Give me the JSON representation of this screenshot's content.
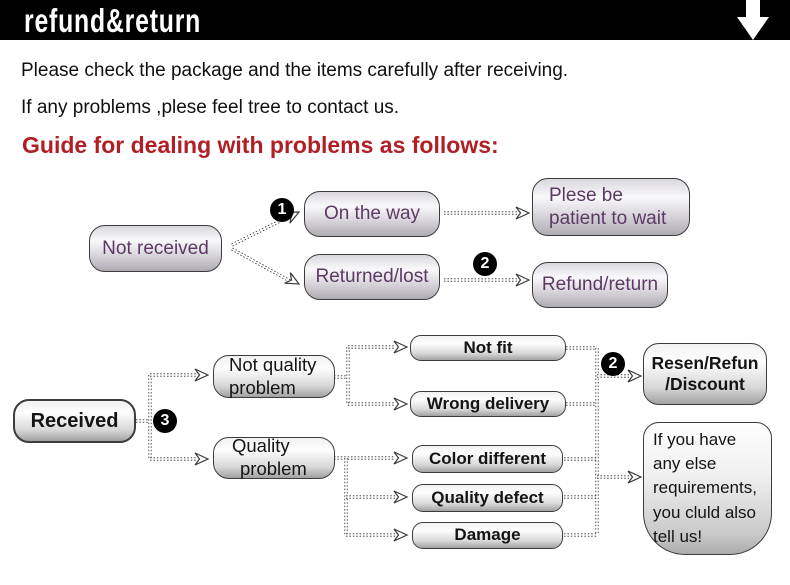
{
  "header": {
    "title": "refund&return",
    "bg_color": "#000000",
    "fg_color": "#ffffff",
    "arrow_icon": "down-arrow"
  },
  "intro": {
    "line1": "Please check the package and the items carefully after receiving.",
    "line2": "If any problems ,plese feel tree to contact us."
  },
  "guide_heading": {
    "text": "Guide for dealing with problems as follows:",
    "color": "#b11e24"
  },
  "colors": {
    "flow1_text_purple": "#5c3a64",
    "flow2_text_black": "#141414",
    "connector": "#2b2b2b"
  },
  "flow1": {
    "not_received": "Not received",
    "badge_1": "1",
    "on_the_way": "On the way",
    "returned_lost": "Returned/lost",
    "badge_2": "2",
    "patient_line1": "Plese be",
    "patient_line2": "patient to wait",
    "refund_return": "Refund/return"
  },
  "flow2": {
    "received": "Received",
    "badge_3": "3",
    "not_quality_line1": "Not quality",
    "not_quality_line2": "problem",
    "quality_line1": "Quality",
    "quality_line2": "problem",
    "not_fit": "Not fit",
    "wrong_delivery": "Wrong delivery",
    "color_different": "Color different",
    "quality_defect": "Quality defect",
    "damage": "Damage",
    "badge_2": "2",
    "resen_line1": "Resen/Refun",
    "resen_line2": "/Discount",
    "note_line1": "If you have",
    "note_line2": "any else",
    "note_line3": "requirements,",
    "note_line4": "you cluld also",
    "note_line5": "tell us!"
  }
}
